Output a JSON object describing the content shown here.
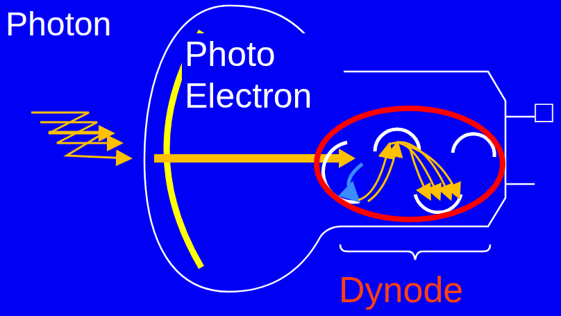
{
  "diagram": {
    "labels": [
      "Photon",
      "Photo Electron",
      "Dynode",
      "□"
    ]
  }
}
